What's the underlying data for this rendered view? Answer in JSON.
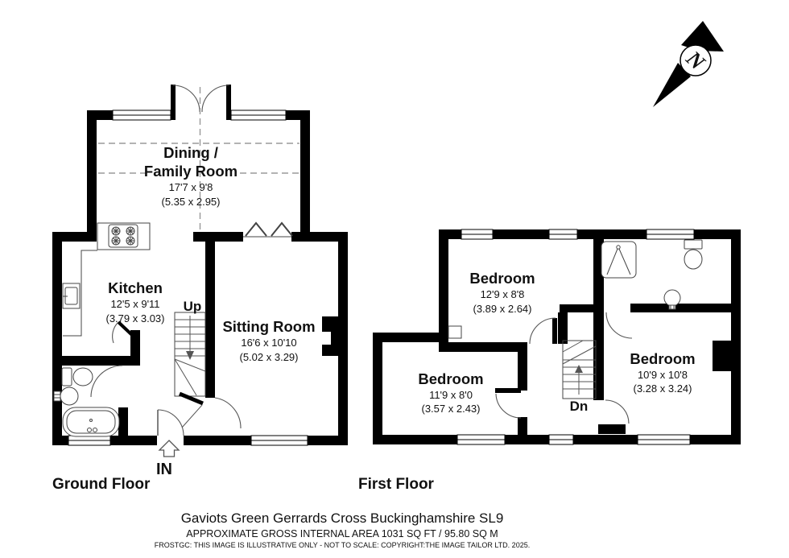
{
  "ground_floor": {
    "label": "Ground Floor",
    "stairs_label": "Up",
    "entrance_label": "IN",
    "dining": {
      "name1": "Dining /",
      "name2": "Family Room",
      "imperial": "17'7 x 9'8",
      "metric": "(5.35 x 2.95)"
    },
    "kitchen": {
      "name": "Kitchen",
      "imperial": "12'5 x 9'11",
      "metric": "(3.79 x 3.03)"
    },
    "sitting_room": {
      "name": "Sitting Room",
      "imperial": "16'6 x 10'10",
      "metric": "(5.02 x 3.29)"
    }
  },
  "first_floor": {
    "label": "First Floor",
    "stairs_label": "Dn",
    "bedroom_top": {
      "name": "Bedroom",
      "imperial": "12'9 x 8'8",
      "metric": "(3.89 x 2.64)"
    },
    "bedroom_left": {
      "name": "Bedroom",
      "imperial": "11'9 x 8'0",
      "metric": "(3.57 x 2.43)"
    },
    "bedroom_right": {
      "name": "Bedroom",
      "imperial": "10'9 x 10'8",
      "metric": "(3.28 x 3.24)"
    }
  },
  "compass": {
    "label": "N"
  },
  "footer": {
    "address": "Gaviots Green Gerrards Cross Buckinghamshire SL9",
    "area": "APPROXIMATE GROSS INTERNAL AREA 1031 SQ FT / 95.80 SQ M",
    "disclaimer": "FROSTGC: THIS IMAGE IS ILLUSTRATIVE ONLY - NOT TO SCALE: COPYRIGHT:THE IMAGE TAILOR LTD. 2025."
  },
  "colors": {
    "wall": "#000000",
    "background": "#ffffff",
    "dashed_line": "#9a9a9a"
  }
}
